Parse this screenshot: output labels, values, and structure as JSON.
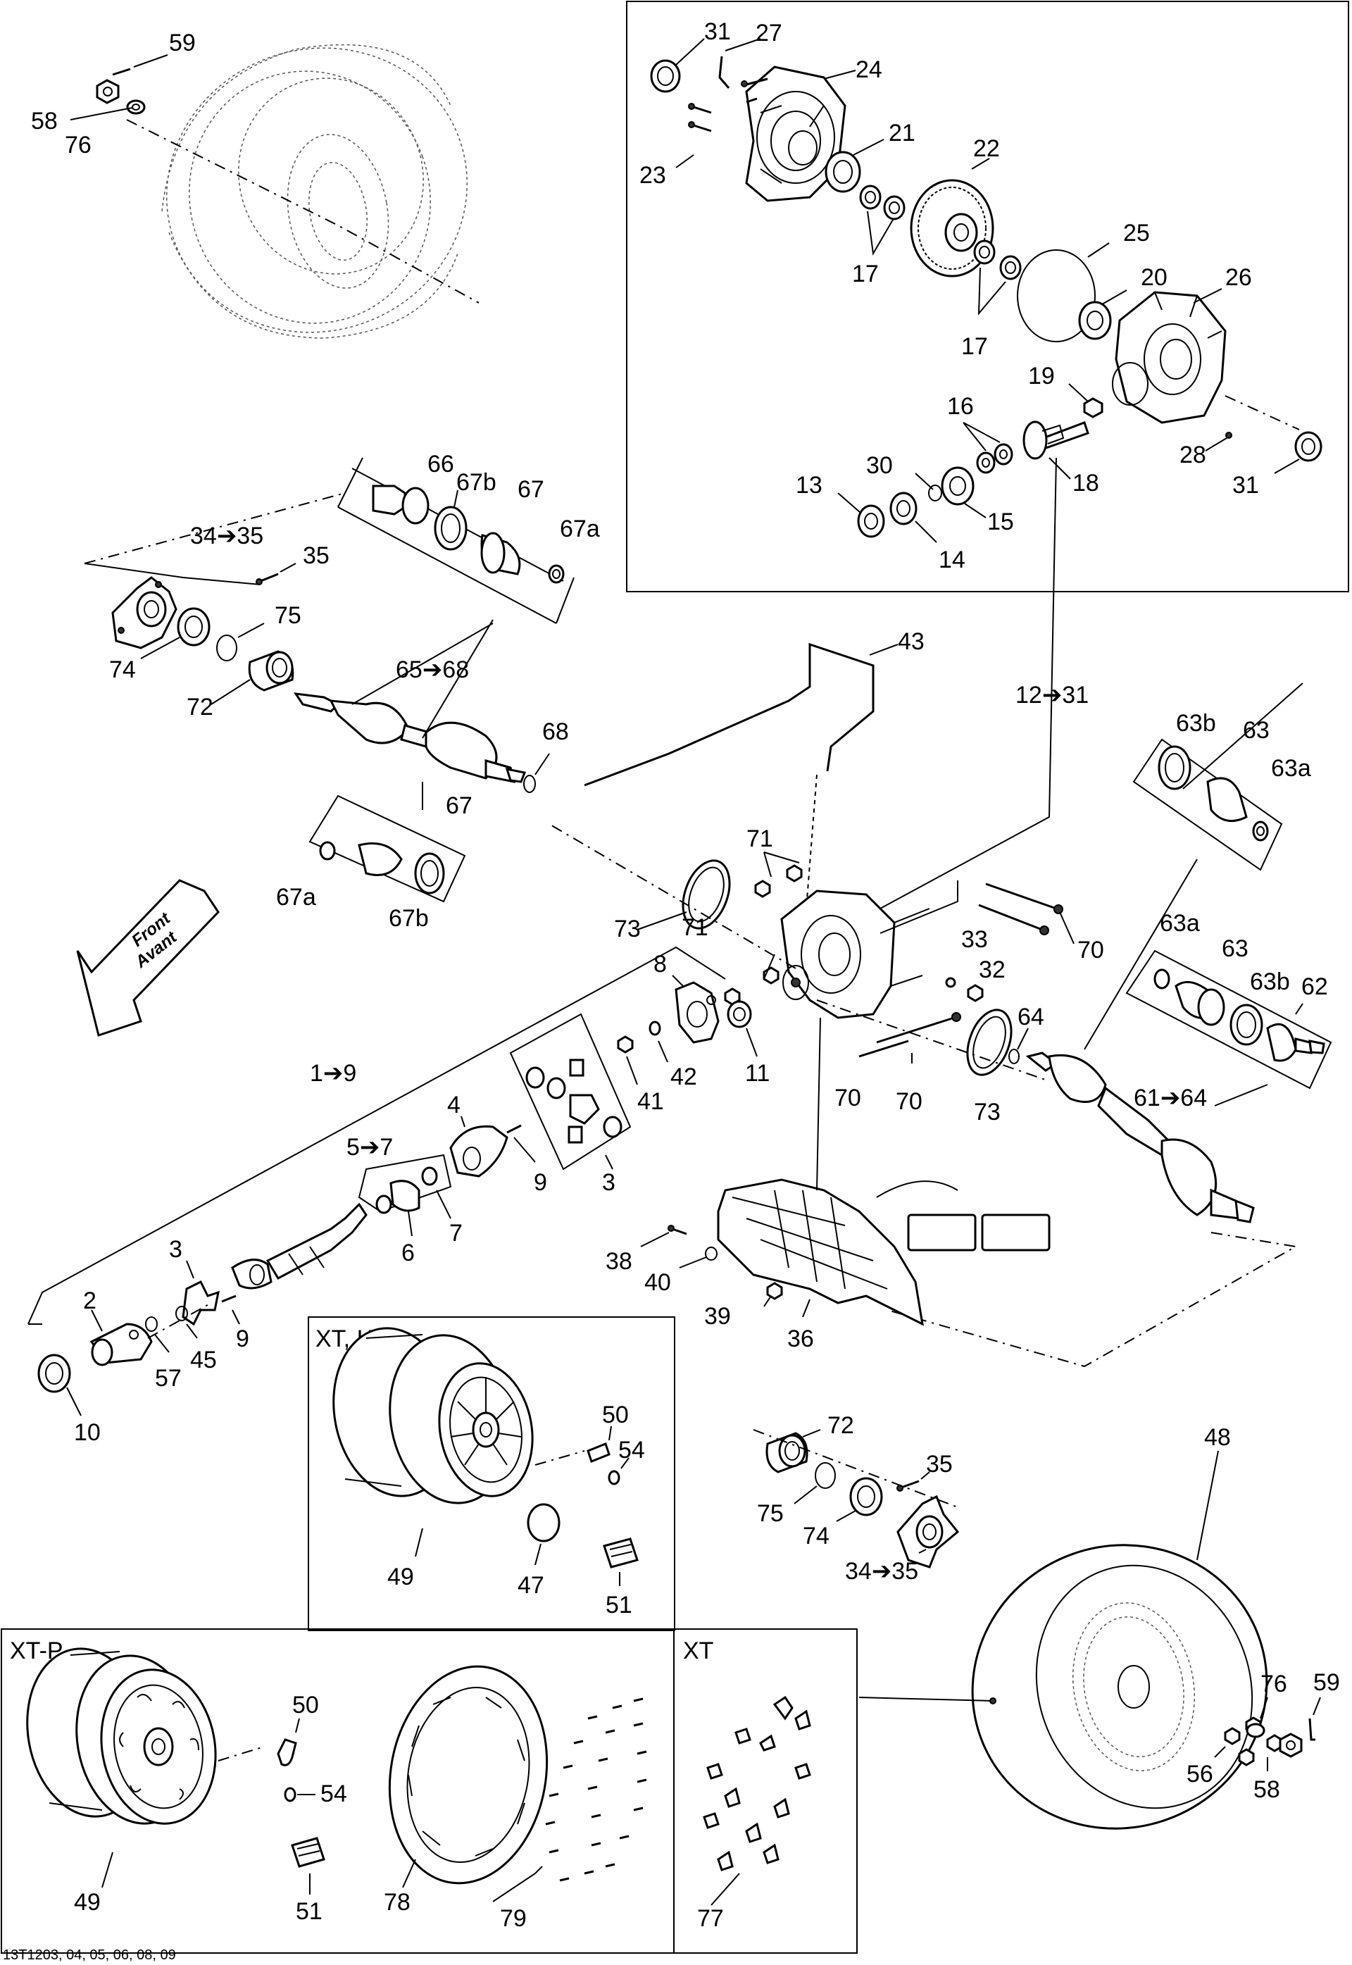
{
  "diagram": {
    "footer": "13T1203, 04, 05, 06, 08, 09",
    "direction_arrow": [
      "Front",
      "Avant"
    ],
    "boxes": {
      "xt_ltd": "XT, LTD",
      "xt_p": "XT-P",
      "xt": "XT"
    },
    "labels": {
      "p59a": "59",
      "p58a": "58",
      "p76a": "76",
      "p31a": "31",
      "p27": "27",
      "p24": "24",
      "p21": "21",
      "p22": "22",
      "p23": "23",
      "p17a": "17",
      "p25": "25",
      "p20": "20",
      "p26": "26",
      "p17b": "17",
      "p19": "19",
      "p16": "16",
      "p28": "28",
      "p31b": "31",
      "p30": "30",
      "p18": "18",
      "p13": "13",
      "p15": "15",
      "p14": "14",
      "p66": "66",
      "p67b_a": "67b",
      "p67_a": "67",
      "p67a_a": "67a",
      "p34_35a": "34➔35",
      "p35a": "35",
      "p75a": "75",
      "p74a": "74",
      "p72a": "72",
      "p65_68": "65➔68",
      "p68": "68",
      "p43": "43",
      "p12_31": "12➔31",
      "p67_b": "67",
      "p67a_b": "67a",
      "p67b_b": "67b",
      "p63b_a": "63b",
      "p63_a": "63",
      "p63a_a": "63a",
      "p71a": "71",
      "p73a": "73",
      "p71b": "71",
      "p70a": "70",
      "p63a_b": "63a",
      "p63_b": "63",
      "p63b_b": "63b",
      "p62": "62",
      "p33": "33",
      "p32": "32",
      "p64": "64",
      "p8": "8",
      "p11": "11",
      "p1_9": "1➔9",
      "p4": "4",
      "p41": "41",
      "p42": "42",
      "p3a": "3",
      "p5_7": "5➔7",
      "p9a": "9",
      "p70b": "70",
      "p70c": "70",
      "p73b": "73",
      "p61_64": "61➔64",
      "p6": "6",
      "p7": "7",
      "p3b": "3",
      "p9b": "9",
      "p2": "2",
      "p45": "45",
      "p57": "57",
      "p10": "10",
      "p38": "38",
      "p40": "40",
      "p39": "39",
      "p36": "36",
      "p50a": "50",
      "p54a": "54",
      "p49a": "49",
      "p47": "47",
      "p51a": "51",
      "p72b": "72",
      "p35b": "35",
      "p75b": "75",
      "p74b": "74",
      "p34_35b": "34➔35",
      "p48": "48",
      "p59b": "59",
      "p76b": "76",
      "p56": "56",
      "p58b": "58",
      "p50b": "50",
      "p54b": "54",
      "p49b": "49",
      "p51b": "51",
      "p78": "78",
      "p79": "79",
      "p77": "77"
    }
  }
}
